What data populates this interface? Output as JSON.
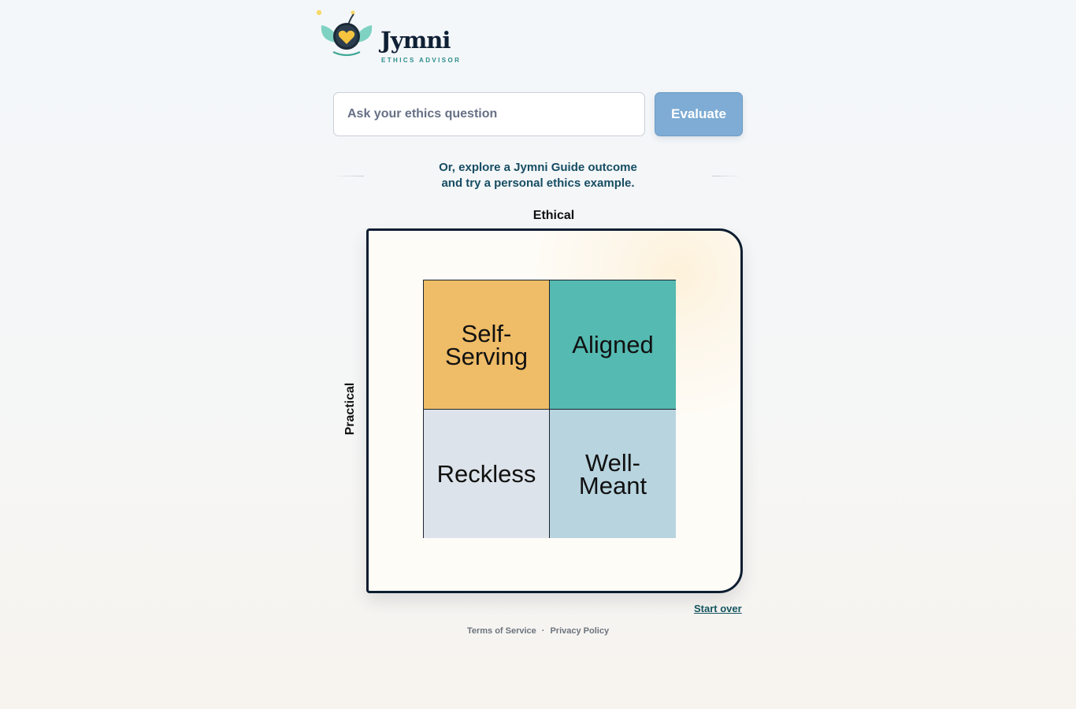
{
  "brand": {
    "title": "Jymni",
    "subtitle": "ETHICS ADVISOR"
  },
  "search": {
    "placeholder": "Ask your ethics question",
    "value": "",
    "button_label": "Evaluate"
  },
  "explore": {
    "line1": "Or, explore a Jymni Guide outcome",
    "line2": "and try a personal ethics example."
  },
  "matrix": {
    "axis_top": "Ethical",
    "axis_left": "Practical",
    "quadrants": [
      {
        "label_line1": "Self-",
        "label_line2": "Serving",
        "color": "#efbc67"
      },
      {
        "label_line1": "Aligned",
        "label_line2": "",
        "color": "#55bab1"
      },
      {
        "label_line1": "Reckless",
        "label_line2": "",
        "color": "#dde3ea"
      },
      {
        "label_line1": "Well-",
        "label_line2": "Meant",
        "color": "#b8d4df"
      }
    ]
  },
  "actions": {
    "start_over": "Start over"
  },
  "footer": {
    "terms": "Terms of Service",
    "separator": "·",
    "privacy": "Privacy Policy"
  }
}
